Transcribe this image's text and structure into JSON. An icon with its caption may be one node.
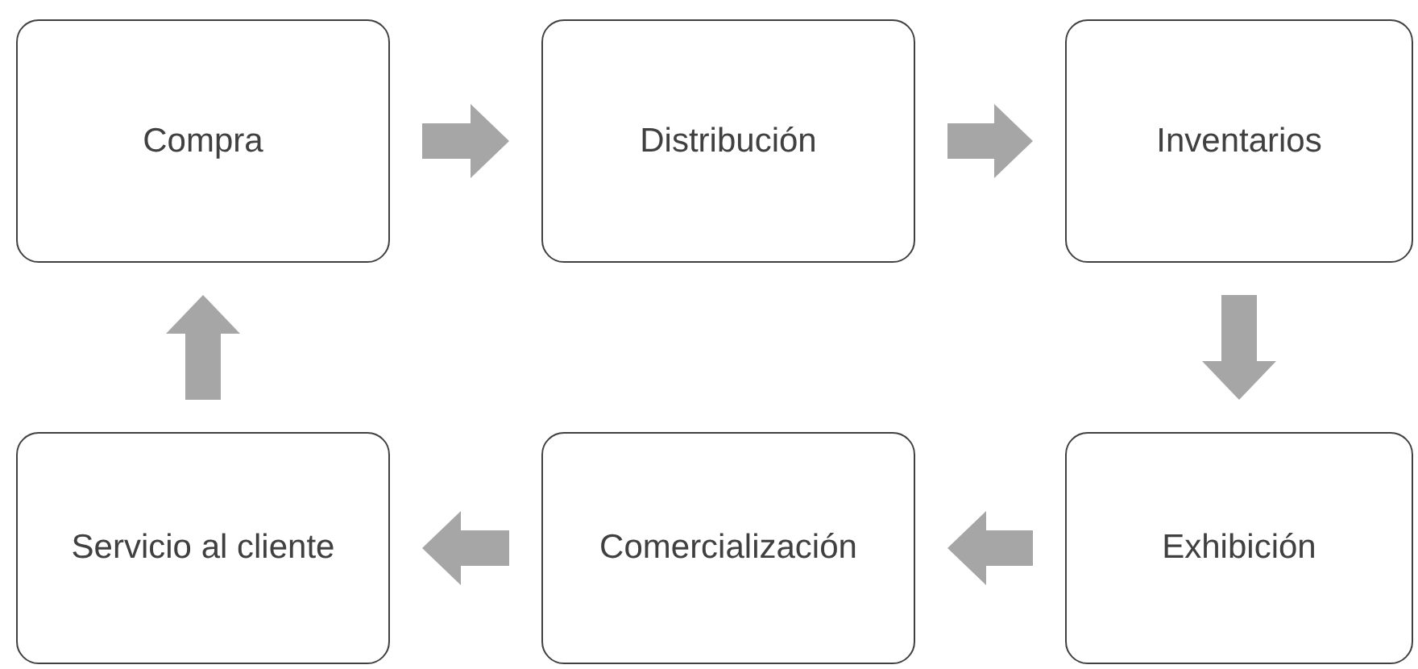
{
  "diagram": {
    "nodes": [
      {
        "text": [
          "Compra"
        ]
      },
      {
        "text": [
          "Distribución"
        ]
      },
      {
        "text": [
          "Inventarios"
        ]
      },
      {
        "text": [
          "Servicio al cliente"
        ]
      },
      {
        "text": [
          "Comercialización"
        ]
      },
      {
        "text": [
          "Exhibición"
        ]
      }
    ],
    "edges": [
      {
        "from": 0,
        "to": 1,
        "arrow": "to"
      },
      {
        "from": 1,
        "to": 2,
        "arrow": "to"
      },
      {
        "from": 2,
        "to": 5,
        "arrow": "to"
      },
      {
        "from": 5,
        "to": 4,
        "arrow": "to"
      },
      {
        "from": 4,
        "to": 3,
        "arrow": "to"
      },
      {
        "from": 3,
        "to": 0,
        "arrow": "to"
      }
    ]
  }
}
